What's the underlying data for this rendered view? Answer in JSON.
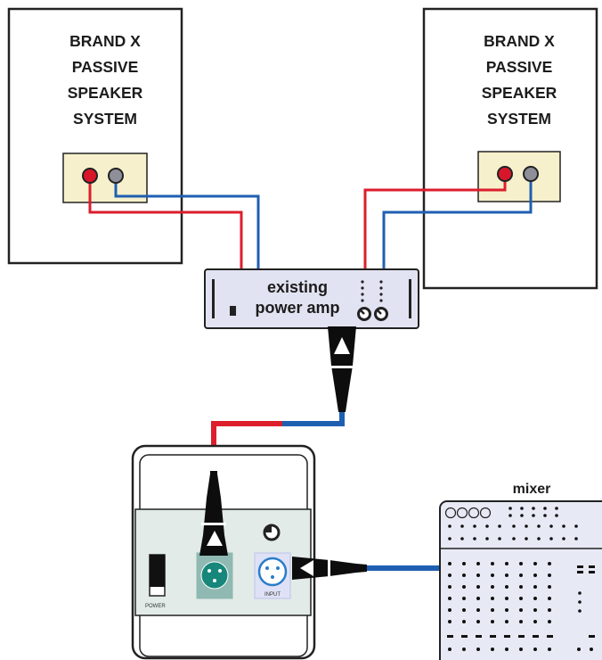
{
  "speaker_left": {
    "title_lines": [
      "BRAND X",
      "PASSIVE",
      "SPEAKER",
      "SYSTEM"
    ]
  },
  "speaker_right": {
    "title_lines": [
      "BRAND X",
      "PASSIVE",
      "SPEAKER",
      "SYSTEM"
    ]
  },
  "amplifier": {
    "label_line1": "existing",
    "label_line2": "power amp"
  },
  "active_unit": {
    "power_label": "POWER",
    "input_label": "INPUT"
  },
  "mixer": {
    "label": "mixer"
  },
  "colors": {
    "cable_red": "#dc1e2d",
    "cable_blue": "#1f5fb2",
    "terminal_red": "#d8162a",
    "terminal_gray": "#8f8f99",
    "terminal_plate": "#f6f0cc",
    "amp_panel": "#e2e3f2",
    "unit_panel": "#e2ebe7",
    "xlr_teal": "#16877a",
    "mixer_panel": "#e7eaf5"
  }
}
